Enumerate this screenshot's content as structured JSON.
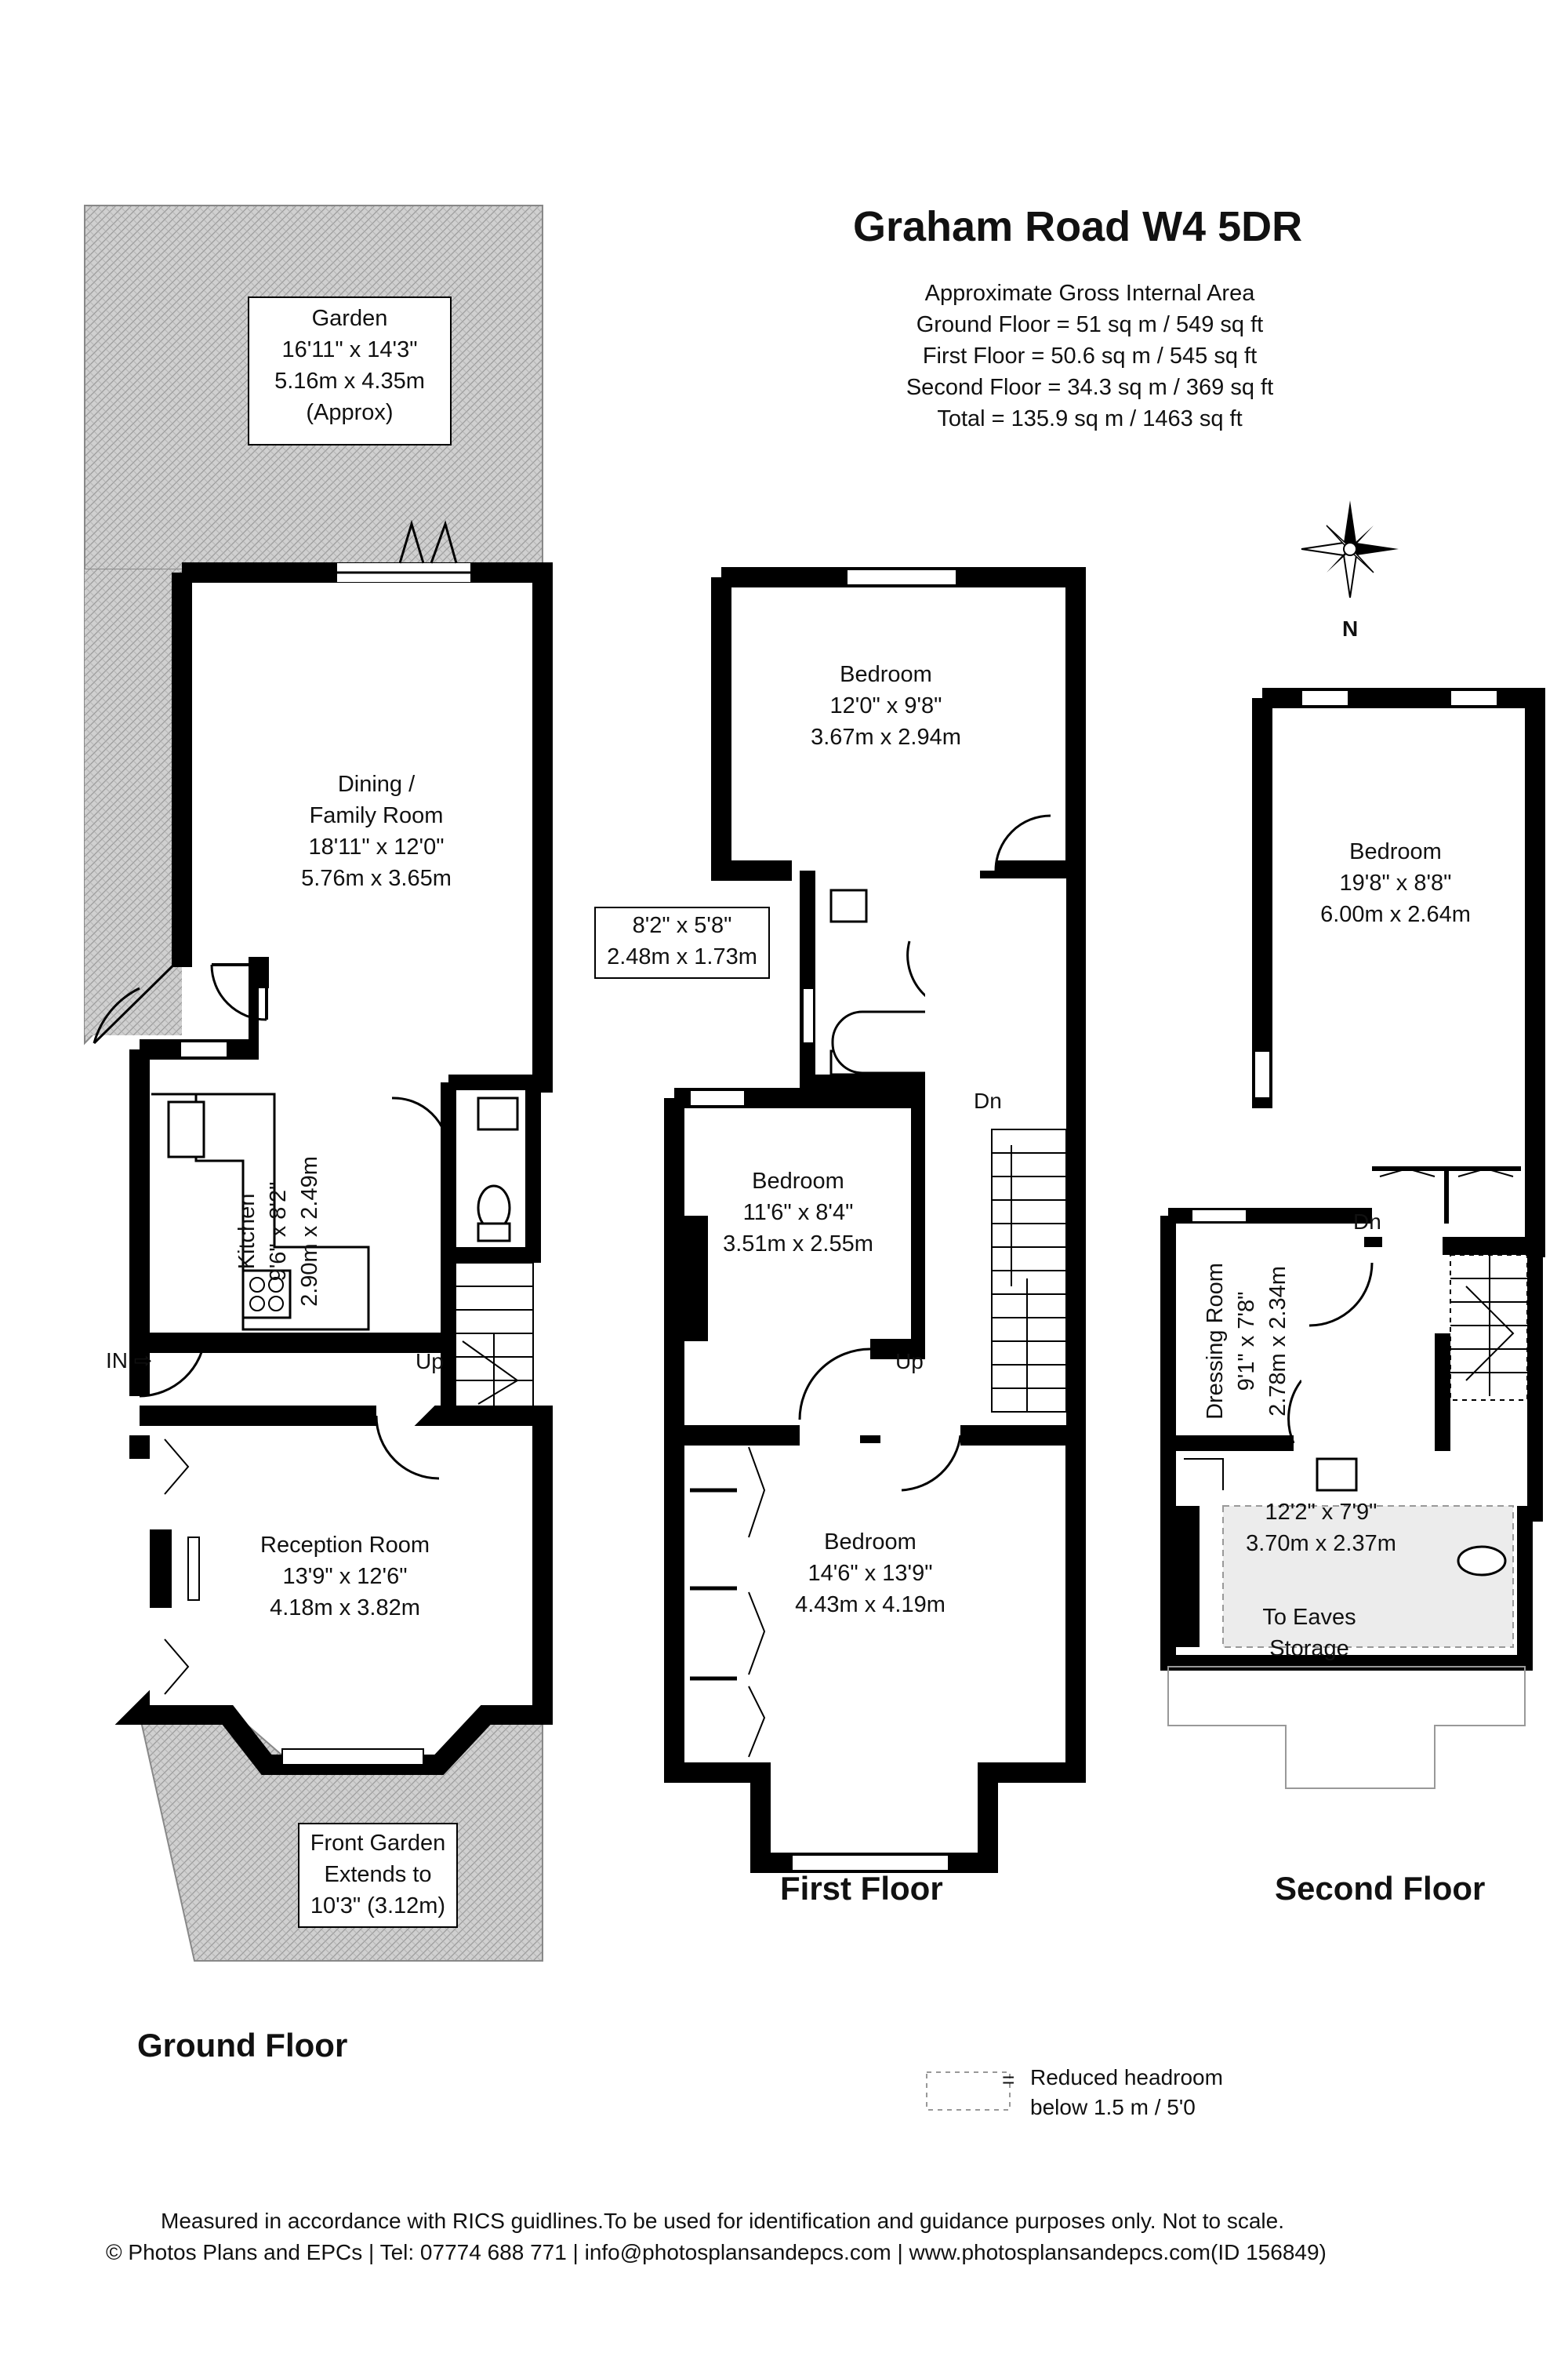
{
  "title": "Graham Road W4 5DR",
  "area": {
    "heading": "Approximate Gross Internal Area",
    "lines": [
      "Ground Floor = 51 sq m / 549 sq ft",
      "First Floor = 50.6 sq m / 545 sq ft",
      "Second Floor = 34.3 sq m / 369 sq ft",
      "Total = 135.9 sq m / 1463 sq ft"
    ]
  },
  "compass": {
    "label": "N"
  },
  "floors": {
    "ground": "Ground Floor",
    "first": "First Floor",
    "second": "Second Floor"
  },
  "rooms": {
    "garden": [
      "Garden",
      "16'11\" x 14'3\"",
      "5.16m x 4.35m",
      "(Approx)"
    ],
    "dining": [
      "Dining /",
      "Family Room",
      "18'11\" x 12'0\"",
      "5.76m x 3.65m"
    ],
    "kitchen": [
      "Kitchen",
      "9'6\" x 8'2\"",
      "2.90m x 2.49m"
    ],
    "reception": [
      "Reception Room",
      "13'9\" x 12'6\"",
      "4.18m x 3.82m"
    ],
    "front_garden": [
      "Front Garden",
      "Extends to",
      "10'3\" (3.12m)"
    ],
    "ff_bed1": [
      "Bedroom",
      "12'0\" x 9'8\"",
      "3.67m x 2.94m"
    ],
    "ff_bath": [
      "8'2\" x 5'8\"",
      "2.48m x 1.73m"
    ],
    "ff_bed2": [
      "Bedroom",
      "11'6\" x 8'4\"",
      "3.51m x 2.55m"
    ],
    "ff_bed3": [
      "Bedroom",
      "14'6\" x 13'9\"",
      "4.43m x 4.19m"
    ],
    "sf_bed": [
      "Bedroom",
      "19'8\" x 8'8\"",
      "6.00m x 2.64m"
    ],
    "dressing": [
      "Dressing Room",
      "9'1\" x 7'8\"",
      "2.78m x 2.34m"
    ],
    "sf_bath": [
      "12'2\" x 7'9\"",
      "3.70m x 2.37m"
    ],
    "eaves": [
      "To Eaves",
      "Storage"
    ]
  },
  "stairs": {
    "gf_up": "Up",
    "ff_up": "Up",
    "ff_dn": "Dn",
    "sf_dn": "Dn",
    "entrance": "IN"
  },
  "legend": {
    "equals": "=",
    "text": [
      "Reduced headroom",
      "below 1.5 m / 5'0"
    ]
  },
  "footer": {
    "line1": "Measured in accordance with RICS guidlines.To be used for identification and guidance purposes only. Not to scale.",
    "line2": "© Photos Plans and EPCs | Tel: 07774 688 771 | info@photosplansandepcs.com | www.photosplansandepcs.com(ID 156849)"
  },
  "colors": {
    "wall": "#000000",
    "garden_fill": "#c8c8c8",
    "reduced_headroom": "#bfbfbf",
    "text": "#111111"
  }
}
